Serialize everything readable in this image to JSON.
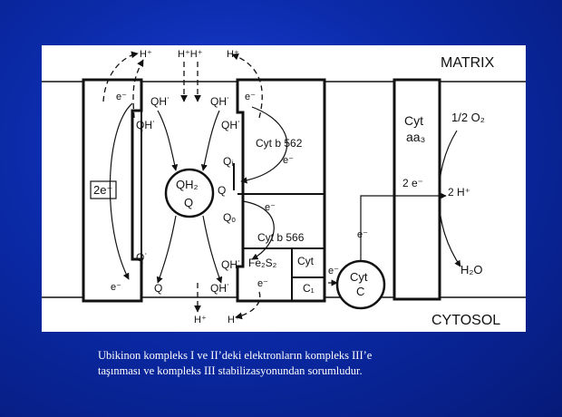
{
  "diagram": {
    "region_top": "MATRIX",
    "region_bottom": "CYTOSOL",
    "protons": [
      "H⁺",
      "H⁺H⁺",
      "H⁺",
      "H⁺",
      "H⁺"
    ],
    "electron": "e⁻",
    "two_electrons": "2e⁻",
    "semiquinone": "QH˙",
    "semiquinone_anion": "Q˙",
    "quinol": "QH₂",
    "quinone": "Q",
    "q_i": "Qᵢ",
    "q_o": "Qₒ",
    "cyt_b562": "Cyt b 562",
    "cyt_b566": "Cyt b 566",
    "fe2s2": "Fe₂S₂",
    "cyt_c1_line1": "Cyt",
    "cyt_c1_line2": "C₁",
    "cyt_c_line1": "Cyt",
    "cyt_c_line2": "C",
    "cyt_aa3_line1": "Cyt",
    "cyt_aa3_line2": "aa₃",
    "oxygen": "1/2 O₂",
    "two_e": "2 e⁻",
    "two_h": "2 H⁺",
    "water": "H₂O"
  },
  "caption": {
    "line1": "Ubikinon kompleks I ve II’deki elektronların kompleks III’e",
    "line2": "taşınması ve kompleks III stabilizasyonundan sorumludur."
  }
}
